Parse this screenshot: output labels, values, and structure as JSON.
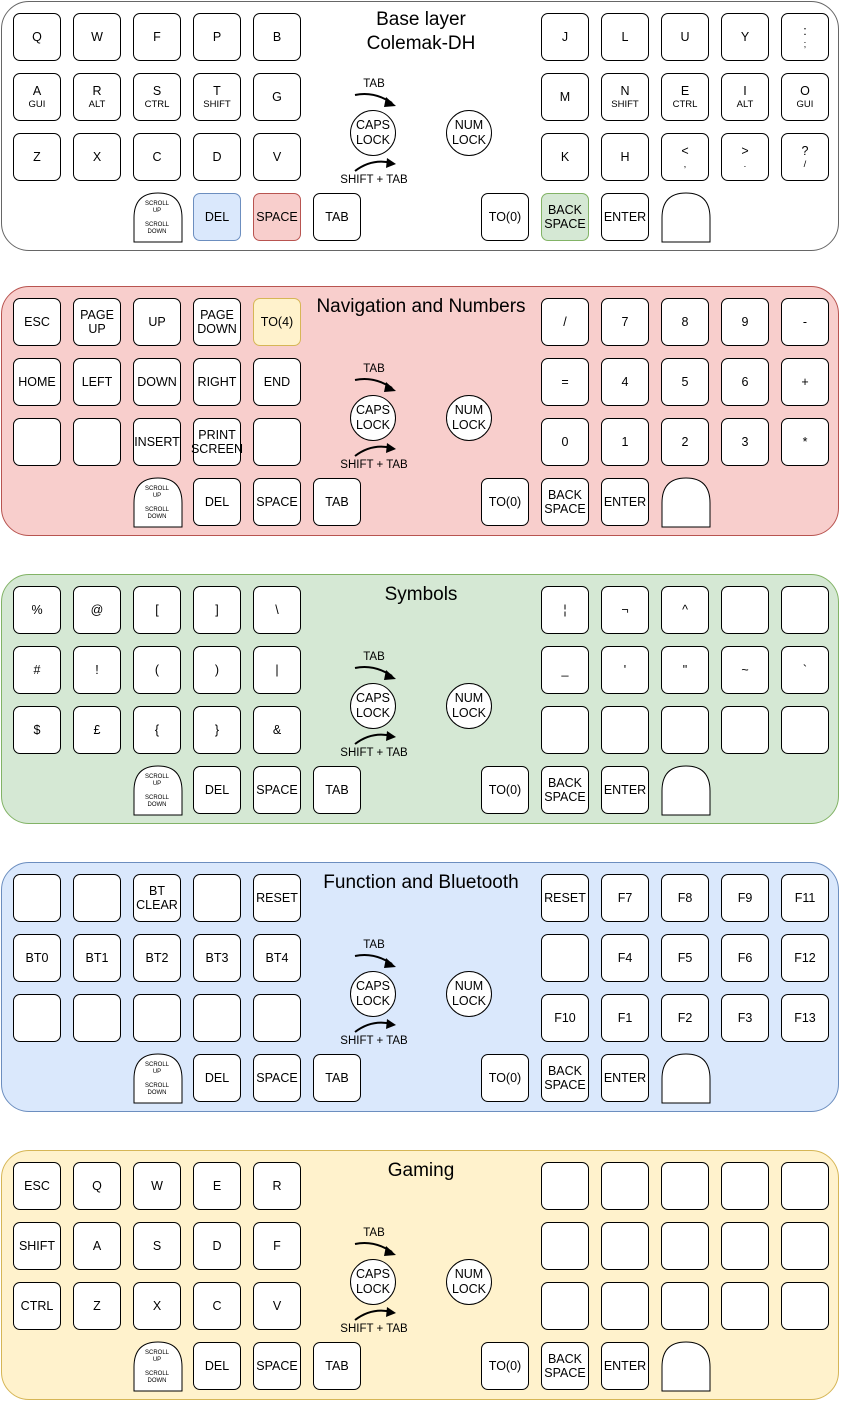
{
  "layers": [
    {
      "title": "Base layer\nColemak-DH",
      "fill": "#ffffff",
      "stroke": "#666666",
      "left_rows": [
        [
          {
            "t": "Q"
          },
          {
            "t": "W"
          },
          {
            "t": "F"
          },
          {
            "t": "P"
          },
          {
            "t": "B"
          }
        ],
        [
          {
            "t": "A",
            "s": "GUI"
          },
          {
            "t": "R",
            "s": "ALT"
          },
          {
            "t": "S",
            "s": "CTRL"
          },
          {
            "t": "T",
            "s": "SHIFT"
          },
          {
            "t": "G"
          }
        ],
        [
          {
            "t": "Z"
          },
          {
            "t": "X"
          },
          {
            "t": "C"
          },
          {
            "t": "D"
          },
          {
            "t": "V"
          }
        ]
      ],
      "right_rows": [
        [
          {
            "t": "J"
          },
          {
            "t": "L"
          },
          {
            "t": "U"
          },
          {
            "t": "Y"
          },
          {
            "t": ":",
            "s": ";"
          }
        ],
        [
          {
            "t": "M"
          },
          {
            "t": "N",
            "s": "SHIFT"
          },
          {
            "t": "E",
            "s": "CTRL"
          },
          {
            "t": "I",
            "s": "ALT"
          },
          {
            "t": "O",
            "s": "GUI"
          }
        ],
        [
          {
            "t": "K"
          },
          {
            "t": "H"
          },
          {
            "t": "<",
            "s": ","
          },
          {
            "t": ">",
            "s": "."
          },
          {
            "t": "?",
            "s": "/"
          }
        ]
      ],
      "thumb_left": [
        {
          "t": "DEL",
          "c": "#dae8fc",
          "b": "#6c8ebf"
        },
        {
          "t": "SPACE",
          "c": "#f8cecc",
          "b": "#b85450"
        },
        {
          "t": "TAB"
        }
      ],
      "thumb_right": [
        {
          "t": "TO(0)"
        },
        {
          "t": "BACK\nSPACE",
          "c": "#d5e8d4",
          "b": "#82b366"
        },
        {
          "t": "ENTER"
        }
      ]
    },
    {
      "title": "Navigation and Numbers",
      "fill": "#f8cecc",
      "stroke": "#b85450",
      "left_rows": [
        [
          {
            "t": "ESC"
          },
          {
            "t": "PAGE\nUP"
          },
          {
            "t": "UP"
          },
          {
            "t": "PAGE\nDOWN"
          },
          {
            "t": "TO(4)",
            "c": "#fff2cc",
            "b": "#d6b656"
          }
        ],
        [
          {
            "t": "HOME"
          },
          {
            "t": "LEFT"
          },
          {
            "t": "DOWN"
          },
          {
            "t": "RIGHT"
          },
          {
            "t": "END"
          }
        ],
        [
          {
            "t": ""
          },
          {
            "t": ""
          },
          {
            "t": "INSERT"
          },
          {
            "t": "PRINT\nSCREEN"
          },
          {
            "t": ""
          }
        ]
      ],
      "right_rows": [
        [
          {
            "t": "/"
          },
          {
            "t": "7"
          },
          {
            "t": "8"
          },
          {
            "t": "9"
          },
          {
            "t": "-"
          }
        ],
        [
          {
            "t": "="
          },
          {
            "t": "4"
          },
          {
            "t": "5"
          },
          {
            "t": "6"
          },
          {
            "t": "+"
          }
        ],
        [
          {
            "t": "0"
          },
          {
            "t": "1"
          },
          {
            "t": "2"
          },
          {
            "t": "3"
          },
          {
            "t": "*"
          }
        ]
      ],
      "thumb_left": [
        {
          "t": "DEL"
        },
        {
          "t": "SPACE"
        },
        {
          "t": "TAB"
        }
      ],
      "thumb_right": [
        {
          "t": "TO(0)"
        },
        {
          "t": "BACK\nSPACE"
        },
        {
          "t": "ENTER"
        }
      ]
    },
    {
      "title": "Symbols",
      "fill": "#d5e8d4",
      "stroke": "#82b366",
      "left_rows": [
        [
          {
            "t": "%"
          },
          {
            "t": "@"
          },
          {
            "t": "["
          },
          {
            "t": "]"
          },
          {
            "t": "\\"
          }
        ],
        [
          {
            "t": "#"
          },
          {
            "t": "!"
          },
          {
            "t": "("
          },
          {
            "t": ")"
          },
          {
            "t": "|"
          }
        ],
        [
          {
            "t": "$"
          },
          {
            "t": "£"
          },
          {
            "t": "{"
          },
          {
            "t": "}"
          },
          {
            "t": "&"
          }
        ]
      ],
      "right_rows": [
        [
          {
            "t": "¦"
          },
          {
            "t": "¬"
          },
          {
            "t": "^"
          },
          {
            "t": ""
          },
          {
            "t": ""
          }
        ],
        [
          {
            "t": "_"
          },
          {
            "t": "'"
          },
          {
            "t": "\""
          },
          {
            "t": "~"
          },
          {
            "t": "`"
          }
        ],
        [
          {
            "t": ""
          },
          {
            "t": ""
          },
          {
            "t": ""
          },
          {
            "t": ""
          },
          {
            "t": ""
          }
        ]
      ],
      "thumb_left": [
        {
          "t": "DEL"
        },
        {
          "t": "SPACE"
        },
        {
          "t": "TAB"
        }
      ],
      "thumb_right": [
        {
          "t": "TO(0)"
        },
        {
          "t": "BACK\nSPACE"
        },
        {
          "t": "ENTER"
        }
      ]
    },
    {
      "title": "Function and Bluetooth",
      "fill": "#dae8fc",
      "stroke": "#6c8ebf",
      "left_rows": [
        [
          {
            "t": ""
          },
          {
            "t": ""
          },
          {
            "t": "BT\nCLEAR"
          },
          {
            "t": ""
          },
          {
            "t": "RESET"
          }
        ],
        [
          {
            "t": "BT0"
          },
          {
            "t": "BT1"
          },
          {
            "t": "BT2"
          },
          {
            "t": "BT3"
          },
          {
            "t": "BT4"
          }
        ],
        [
          {
            "t": ""
          },
          {
            "t": ""
          },
          {
            "t": ""
          },
          {
            "t": ""
          },
          {
            "t": ""
          }
        ]
      ],
      "right_rows": [
        [
          {
            "t": "RESET"
          },
          {
            "t": "F7"
          },
          {
            "t": "F8"
          },
          {
            "t": "F9"
          },
          {
            "t": "F11"
          }
        ],
        [
          {
            "t": ""
          },
          {
            "t": "F4"
          },
          {
            "t": "F5"
          },
          {
            "t": "F6"
          },
          {
            "t": "F12"
          }
        ],
        [
          {
            "t": "F10"
          },
          {
            "t": "F1"
          },
          {
            "t": "F2"
          },
          {
            "t": "F3"
          },
          {
            "t": "F13"
          }
        ]
      ],
      "thumb_left": [
        {
          "t": "DEL"
        },
        {
          "t": "SPACE"
        },
        {
          "t": "TAB"
        }
      ],
      "thumb_right": [
        {
          "t": "TO(0)"
        },
        {
          "t": "BACK\nSPACE"
        },
        {
          "t": "ENTER"
        }
      ]
    },
    {
      "title": "Gaming",
      "fill": "#fff2cc",
      "stroke": "#d6b656",
      "left_rows": [
        [
          {
            "t": "ESC"
          },
          {
            "t": "Q"
          },
          {
            "t": "W"
          },
          {
            "t": "E"
          },
          {
            "t": "R"
          }
        ],
        [
          {
            "t": "SHIFT"
          },
          {
            "t": "A"
          },
          {
            "t": "S"
          },
          {
            "t": "D"
          },
          {
            "t": "F"
          }
        ],
        [
          {
            "t": "CTRL"
          },
          {
            "t": "Z"
          },
          {
            "t": "X"
          },
          {
            "t": "C"
          },
          {
            "t": "V"
          }
        ]
      ],
      "right_rows": [
        [
          {
            "t": ""
          },
          {
            "t": ""
          },
          {
            "t": ""
          },
          {
            "t": ""
          },
          {
            "t": ""
          }
        ],
        [
          {
            "t": ""
          },
          {
            "t": ""
          },
          {
            "t": ""
          },
          {
            "t": ""
          },
          {
            "t": ""
          }
        ],
        [
          {
            "t": ""
          },
          {
            "t": ""
          },
          {
            "t": ""
          },
          {
            "t": ""
          },
          {
            "t": ""
          }
        ]
      ],
      "thumb_left": [
        {
          "t": "DEL"
        },
        {
          "t": "SPACE"
        },
        {
          "t": "TAB"
        }
      ],
      "thumb_right": [
        {
          "t": "TO(0)"
        },
        {
          "t": "BACK\nSPACE"
        },
        {
          "t": "ENTER"
        }
      ]
    }
  ],
  "common": {
    "encoder": {
      "label": "CAPS\nLOCK",
      "cw": "TAB",
      "ccw": "SHIFT + TAB"
    },
    "numlock": "NUM\nLOCK",
    "scroll_top": "SCROLL\nUP",
    "scroll_bottom": "SCROLL\nDOWN"
  }
}
